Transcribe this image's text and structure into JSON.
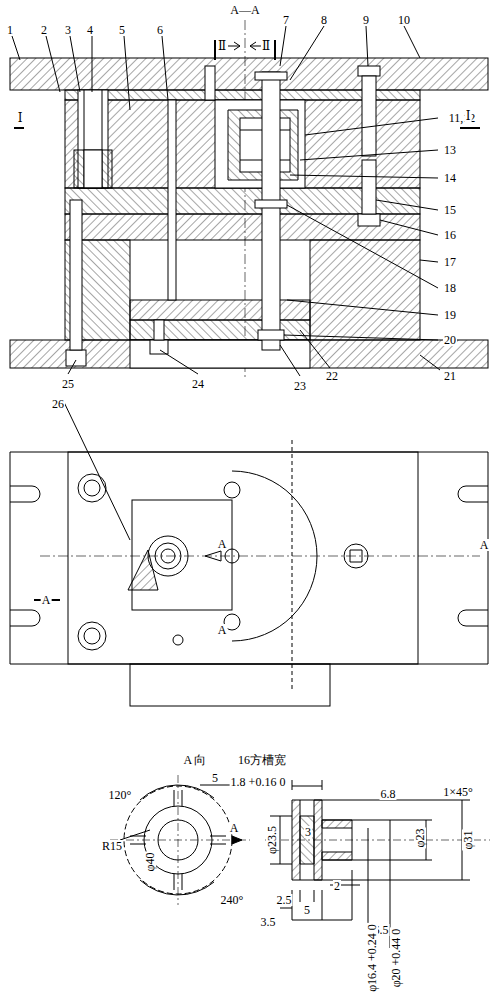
{
  "diagram": {
    "labels": [
      "A—A",
      "Ⅱ",
      "Ⅱ",
      "1",
      "2",
      "3",
      "4",
      "5",
      "6",
      "7",
      "8",
      "9",
      "10",
      "11,12",
      "13",
      "14",
      "15",
      "16",
      "17",
      "18",
      "19",
      "20",
      "21",
      "22",
      "23",
      "24",
      "25",
      "26",
      "Ⅰ",
      "Ⅰ",
      "A",
      "A",
      "A",
      "A",
      "A 向",
      "16方槽宽",
      "120°",
      "5",
      "1.8 +0.16 0",
      "R15",
      "φ40",
      "A",
      "240°",
      "6.8",
      "1×45°",
      "3",
      "φ23.5",
      "φ23",
      "φ31",
      "2.5",
      "5",
      "2",
      "3.5",
      "16.5",
      "φ16.4 +0.24 0",
      "φ20 +0.44 0"
    ]
  }
}
